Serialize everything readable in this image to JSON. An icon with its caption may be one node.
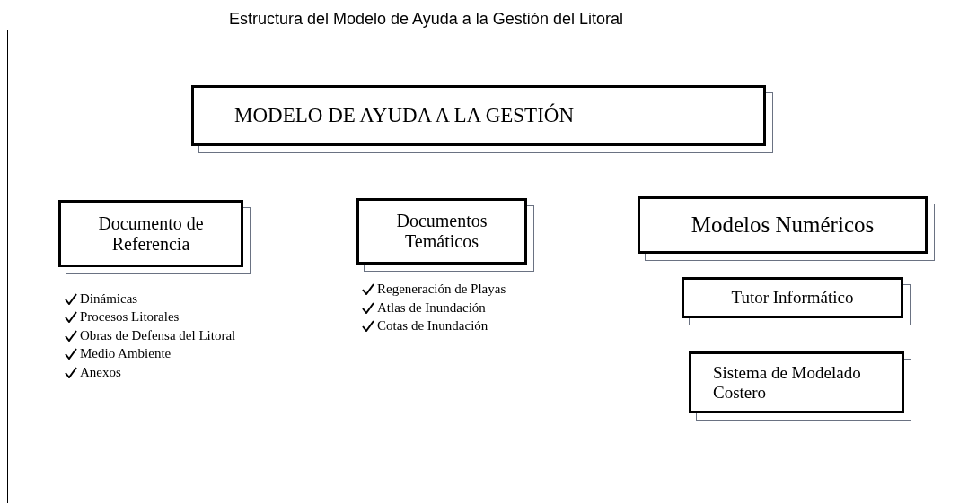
{
  "diagram": {
    "title": "Estructura del Modelo de Ayuda a la Gestión del Litoral",
    "nodes": [
      {
        "text": [
          "MODELO DE AYUDA A LA GESTIÓN"
        ]
      },
      {
        "text": [
          "Documento de Referencia"
        ]
      },
      {
        "text": [
          "Documentos Temáticos"
        ]
      },
      {
        "text": [
          "Modelos Numéricos"
        ]
      },
      {
        "text": [
          "Tutor Informático"
        ]
      },
      {
        "text": [
          "Sistema de Modelado Costero"
        ]
      }
    ],
    "labels": [
      "Dinámicas",
      "Procesos Litorales",
      "Obras de Defensa del Litoral",
      "Medio Ambiente",
      "Anexos",
      "Regeneración de Playas",
      "Atlas de Inundación",
      "Cotas de Inundación"
    ]
  }
}
